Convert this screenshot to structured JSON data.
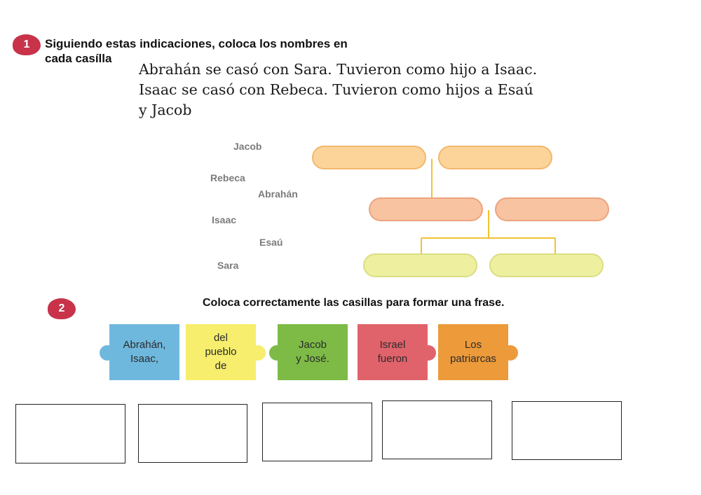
{
  "section1": {
    "number": "1",
    "instruction_line1": "Siguiendo estas indicaciones, coloca los nombres en",
    "instruction_line2": "cada casílla",
    "story_line1": "Abrahán se casó con Sara. Tuvieron como hijo a Isaac.",
    "story_line2": "Isaac se casó con Rebeca. Tuvieron como hijos a Esaú",
    "story_line3": "y Jacob",
    "names": [
      "Jacob",
      "Rebeca",
      "Abrahán",
      "Isaac",
      "Esaú",
      "Sara"
    ]
  },
  "section2": {
    "number": "2",
    "instruction": "Coloca correctamente las casillas para formar una frase.",
    "pieces": [
      {
        "text": "Abrahán,\nIsaac,",
        "color": "#6fb8dd"
      },
      {
        "text": "del\npueblo\nde",
        "color": "#f6ee6c"
      },
      {
        "text": "Jacob\ny José.",
        "color": "#7dbb46"
      },
      {
        "text": "Israel\nfueron",
        "color": "#e0636b"
      },
      {
        "text": "Los\npatriarcas",
        "color": "#ec9a3a"
      }
    ]
  },
  "colors": {
    "badge": "#c8334a",
    "tree_line": "#f0c234",
    "row1_fill": "#fcd49a",
    "row2_fill": "#f8c3a0",
    "row3_fill": "#eef0a0"
  }
}
